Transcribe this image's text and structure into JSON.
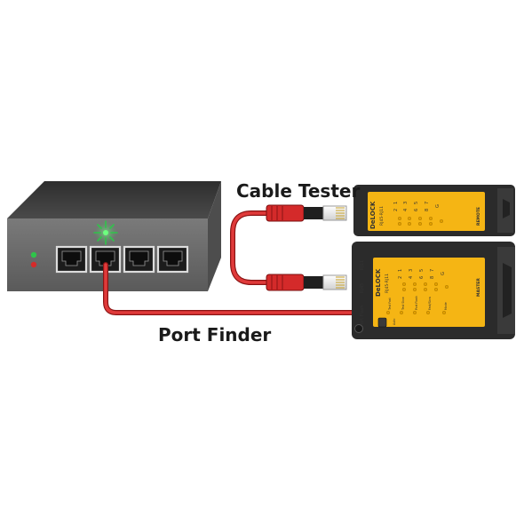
{
  "labels": {
    "cable_tester": "Cable Tester",
    "port_finder": "Port Finder"
  },
  "remote_unit": {
    "brand": "DeLOCK",
    "model": "RJ45-RJ11",
    "role": "REMOTE",
    "pins": [
      "1",
      "2",
      "3",
      "4",
      "5",
      "6",
      "7",
      "8",
      "G"
    ]
  },
  "master_unit": {
    "brand": "DeLOCK",
    "model": "RJ45-RJ11",
    "role": "MASTER",
    "pins": [
      "1",
      "2",
      "3",
      "4",
      "5",
      "6",
      "7",
      "8",
      "G"
    ],
    "port_rj11": "RJ11",
    "port_rj45": "RJ45",
    "port_flash": "Port Flash",
    "indicators": [
      "Test Fast",
      "Test Slow",
      "Port Flash",
      "Fast/Slow",
      "Mode"
    ],
    "mode_label": "Auto"
  },
  "colors": {
    "switch_body": "#6b6b6b",
    "switch_top": "#3a3a3a",
    "cable": "#d42a2a",
    "tester_yellow": "#f5b514",
    "tester_dark": "#2b2b2b",
    "led_green": "#2fc44a"
  }
}
